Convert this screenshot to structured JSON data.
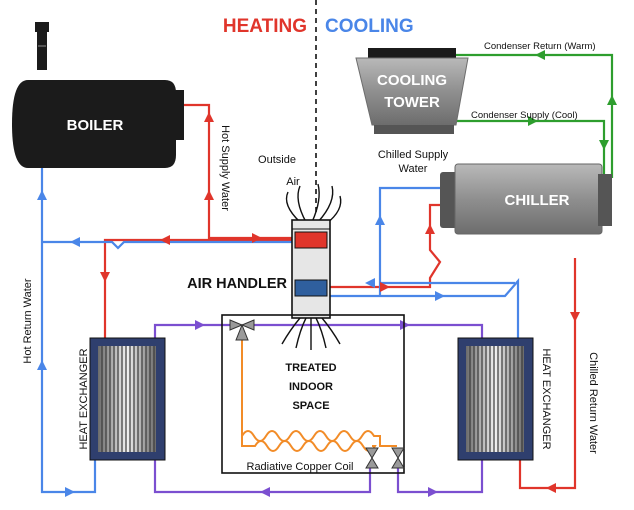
{
  "title": {
    "heating": "HEATING",
    "cooling": "COOLING"
  },
  "equipment": {
    "boiler": "BOILER",
    "cooling_tower_line1": "COOLING",
    "cooling_tower_line2": "TOWER",
    "chiller": "CHILLER",
    "air_handler": "AIR HANDLER",
    "heat_exchanger_left": "HEAT EXCHANGER",
    "heat_exchanger_right": "HEAT EXCHANGER"
  },
  "labels": {
    "condenser_return": "Condenser Return (Warm)",
    "condenser_supply": "Condenser Supply (Cool)",
    "hot_supply_water": "Hot Supply Water",
    "hot_return_water": "Hot Return Water",
    "chilled_supply_line1": "Chilled Supply",
    "chilled_supply_line2": "Water",
    "chilled_return_water": "Chilled Return Water",
    "outside_air_line1": "Outside",
    "outside_air_line2": "Air",
    "treated_line1": "TREATED",
    "treated_line2": "INDOOR",
    "treated_line3": "SPACE",
    "radiative_coil": "Radiative Copper Coil"
  },
  "colors": {
    "heating": "#e0352b",
    "cooling": "#4a86e8",
    "condenser": "#2e9e2e",
    "mixed": "#7b4fd0",
    "coil": "#f28c28",
    "equipment_dark": "#1b1b1b",
    "equipment_gray": "#8a8a8a",
    "exchanger": "#2f3f6e"
  }
}
